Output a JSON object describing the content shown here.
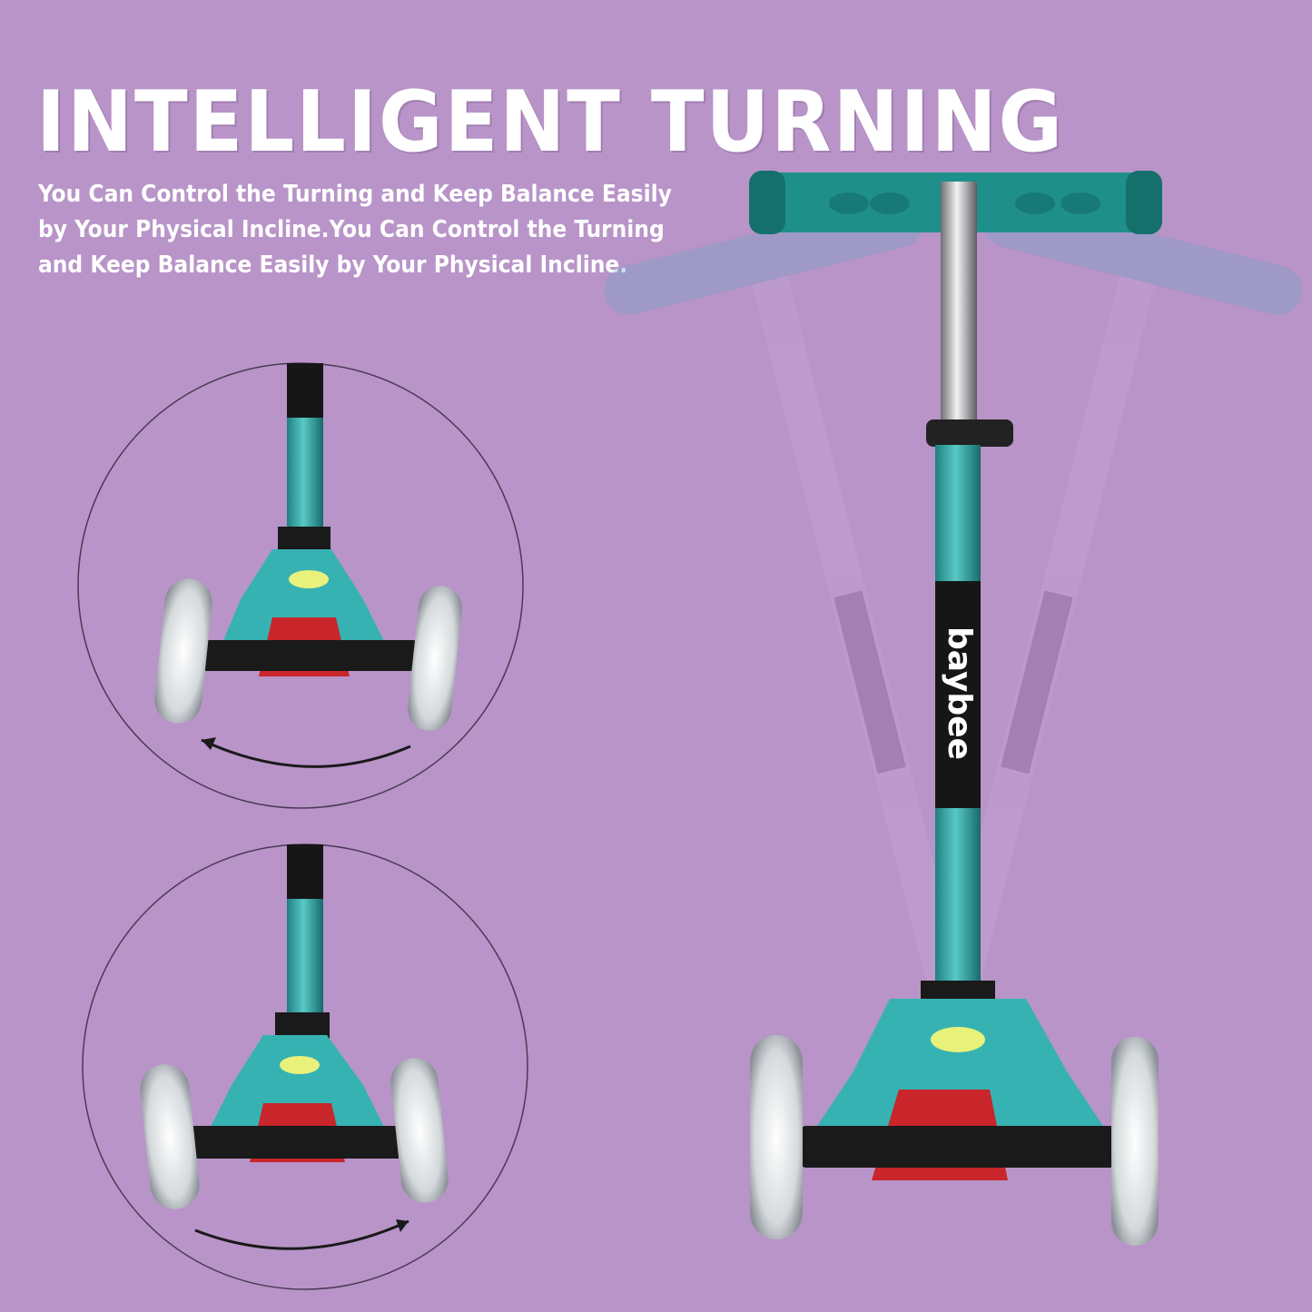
{
  "headline": "INTELLIGENT TURNING",
  "description": "You Can Control the Turning and Keep Balance Easily by Your Physical Incline.You Can Control the Turning and Keep Balance Easily by Your Physical Incline.",
  "brand_logo_text": "baybee",
  "colors": {
    "background": "#b894c8",
    "teal": "#2aa3a3",
    "deck_teal": "#37b2b2",
    "red_brake": "#c8262a",
    "wheel": "#dfe3e6"
  },
  "icons": {
    "left_turn": "curved-arrow-left-icon",
    "right_turn": "curved-arrow-right-icon"
  }
}
